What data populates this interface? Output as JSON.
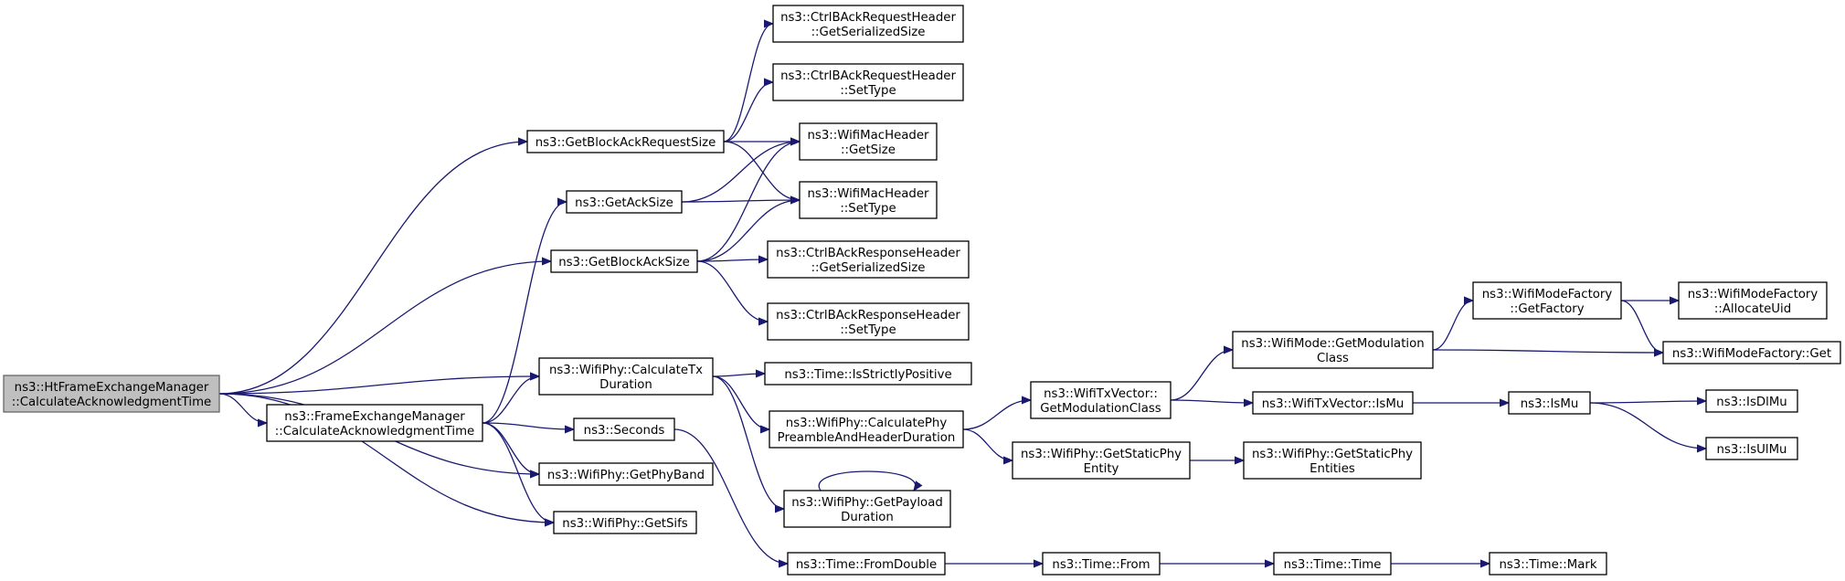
{
  "nodes": [
    {
      "id": "root",
      "lines": [
        "ns3::HtFrameExchangeManager",
        "::CalculateAcknowledgmentTime"
      ]
    },
    {
      "id": "getBlockAckRequestSize",
      "lines": [
        "ns3::GetBlockAckRequestSize"
      ]
    },
    {
      "id": "getAckSize",
      "lines": [
        "ns3::GetAckSize"
      ]
    },
    {
      "id": "getBlockAckSize",
      "lines": [
        "ns3::GetBlockAckSize"
      ]
    },
    {
      "id": "calcTxDuration",
      "lines": [
        "ns3::WifiPhy::CalculateTx",
        "Duration"
      ]
    },
    {
      "id": "femCalcAck",
      "lines": [
        "ns3::FrameExchangeManager",
        "::CalculateAcknowledgmentTime"
      ]
    },
    {
      "id": "seconds",
      "lines": [
        "ns3::Seconds"
      ]
    },
    {
      "id": "getPhyBand",
      "lines": [
        "ns3::WifiPhy::GetPhyBand"
      ]
    },
    {
      "id": "getSifs",
      "lines": [
        "ns3::WifiPhy::GetSifs"
      ]
    },
    {
      "id": "breqGetSerializedSize",
      "lines": [
        "ns3::CtrlBAckRequestHeader",
        "::GetSerializedSize"
      ]
    },
    {
      "id": "breqSetType",
      "lines": [
        "ns3::CtrlBAckRequestHeader",
        "::SetType"
      ]
    },
    {
      "id": "macGetSize",
      "lines": [
        "ns3::WifiMacHeader",
        "::GetSize"
      ]
    },
    {
      "id": "macSetType",
      "lines": [
        "ns3::WifiMacHeader",
        "::SetType"
      ]
    },
    {
      "id": "brespGetSerializedSize",
      "lines": [
        "ns3::CtrlBAckResponseHeader",
        "::GetSerializedSize"
      ]
    },
    {
      "id": "brespSetType",
      "lines": [
        "ns3::CtrlBAckResponseHeader",
        "::SetType"
      ]
    },
    {
      "id": "isStrictlyPositive",
      "lines": [
        "ns3::Time::IsStrictlyPositive"
      ]
    },
    {
      "id": "calcPhyPreamble",
      "lines": [
        "ns3::WifiPhy::CalculatePhy",
        "PreambleAndHeaderDuration"
      ]
    },
    {
      "id": "getPayloadDuration",
      "lines": [
        "ns3::WifiPhy::GetPayload",
        "Duration"
      ]
    },
    {
      "id": "fromDouble",
      "lines": [
        "ns3::Time::FromDouble"
      ]
    },
    {
      "id": "txGetModClass",
      "lines": [
        "ns3::WifiTxVector::",
        "GetModulationClass"
      ]
    },
    {
      "id": "getStaticPhyEntity",
      "lines": [
        "ns3::WifiPhy::GetStaticPhy",
        "Entity"
      ]
    },
    {
      "id": "timeFrom",
      "lines": [
        "ns3::Time::From"
      ]
    },
    {
      "id": "modeGetModClass",
      "lines": [
        "ns3::WifiMode::GetModulation",
        "Class"
      ]
    },
    {
      "id": "txIsMu",
      "lines": [
        "ns3::WifiTxVector::IsMu"
      ]
    },
    {
      "id": "getStaticPhyEntities",
      "lines": [
        "ns3::WifiPhy::GetStaticPhy",
        "Entities"
      ]
    },
    {
      "id": "timeTime",
      "lines": [
        "ns3::Time::Time"
      ]
    },
    {
      "id": "modeFactoryGetFactory",
      "lines": [
        "ns3::WifiModeFactory",
        "::GetFactory"
      ]
    },
    {
      "id": "modeFactoryGet",
      "lines": [
        "ns3::WifiModeFactory::Get"
      ]
    },
    {
      "id": "isMu",
      "lines": [
        "ns3::IsMu"
      ]
    },
    {
      "id": "timeMark",
      "lines": [
        "ns3::Time::Mark"
      ]
    },
    {
      "id": "allocateUid",
      "lines": [
        "ns3::WifiModeFactory",
        "::AllocateUid"
      ]
    },
    {
      "id": "isDlMu",
      "lines": [
        "ns3::IsDlMu"
      ]
    },
    {
      "id": "isUlMu",
      "lines": [
        "ns3::IsUlMu"
      ]
    }
  ],
  "edges": [
    [
      "root",
      "getBlockAckRequestSize"
    ],
    [
      "root",
      "getBlockAckSize"
    ],
    [
      "root",
      "calcTxDuration"
    ],
    [
      "root",
      "femCalcAck"
    ],
    [
      "root",
      "getPhyBand"
    ],
    [
      "root",
      "getSifs"
    ],
    [
      "getBlockAckRequestSize",
      "breqGetSerializedSize"
    ],
    [
      "getBlockAckRequestSize",
      "breqSetType"
    ],
    [
      "getBlockAckRequestSize",
      "macGetSize"
    ],
    [
      "getBlockAckRequestSize",
      "macSetType"
    ],
    [
      "getAckSize",
      "macGetSize"
    ],
    [
      "getAckSize",
      "macSetType"
    ],
    [
      "getBlockAckSize",
      "macGetSize"
    ],
    [
      "getBlockAckSize",
      "macSetType"
    ],
    [
      "getBlockAckSize",
      "brespGetSerializedSize"
    ],
    [
      "getBlockAckSize",
      "brespSetType"
    ],
    [
      "femCalcAck",
      "getAckSize"
    ],
    [
      "femCalcAck",
      "calcTxDuration"
    ],
    [
      "femCalcAck",
      "seconds"
    ],
    [
      "femCalcAck",
      "getPhyBand"
    ],
    [
      "femCalcAck",
      "getSifs"
    ],
    [
      "calcTxDuration",
      "isStrictlyPositive"
    ],
    [
      "calcTxDuration",
      "calcPhyPreamble"
    ],
    [
      "calcTxDuration",
      "getPayloadDuration"
    ],
    [
      "getPayloadDuration",
      "getPayloadDuration"
    ],
    [
      "seconds",
      "fromDouble"
    ],
    [
      "calcPhyPreamble",
      "txGetModClass"
    ],
    [
      "calcPhyPreamble",
      "getStaticPhyEntity"
    ],
    [
      "txGetModClass",
      "modeGetModClass"
    ],
    [
      "txGetModClass",
      "txIsMu"
    ],
    [
      "getStaticPhyEntity",
      "getStaticPhyEntities"
    ],
    [
      "modeGetModClass",
      "modeFactoryGetFactory"
    ],
    [
      "modeGetModClass",
      "modeFactoryGet"
    ],
    [
      "modeFactoryGetFactory",
      "allocateUid"
    ],
    [
      "modeFactoryGetFactory",
      "modeFactoryGet"
    ],
    [
      "txIsMu",
      "isMu"
    ],
    [
      "isMu",
      "isDlMu"
    ],
    [
      "isMu",
      "isUlMu"
    ],
    [
      "fromDouble",
      "timeFrom"
    ],
    [
      "timeFrom",
      "timeTime"
    ],
    [
      "timeTime",
      "timeMark"
    ]
  ]
}
